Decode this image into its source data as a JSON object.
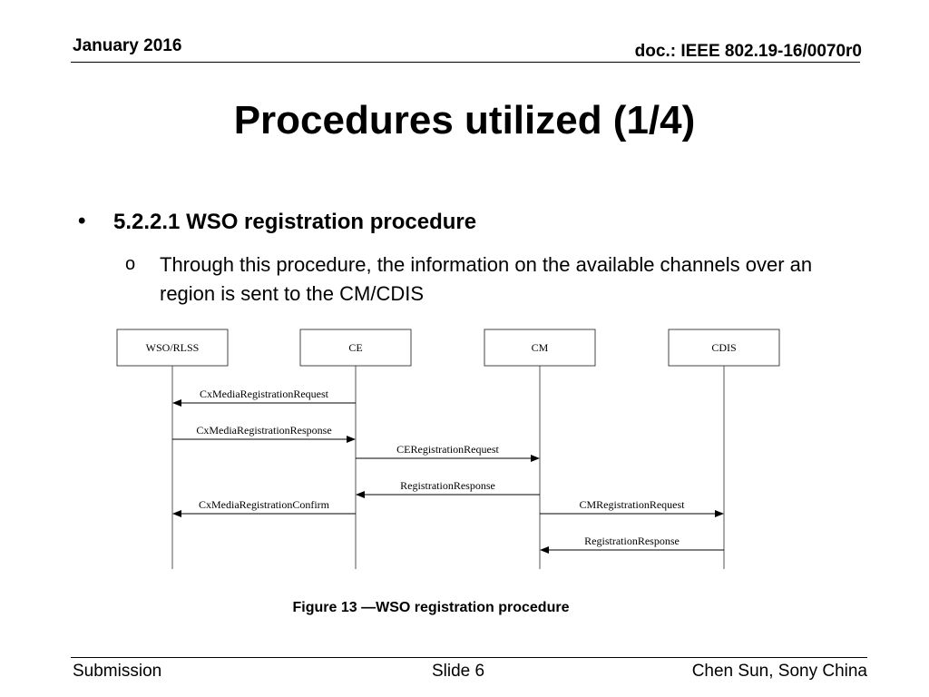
{
  "header": {
    "date": "January 2016",
    "doc": "doc.: IEEE 802.19-16/0070r0"
  },
  "slide": {
    "title": "Procedures utilized (1/4)",
    "bullet": {
      "marker": "•",
      "text": "5.2.2.1 WSO registration procedure"
    },
    "sub_bullet": {
      "marker": "o",
      "text": "Through this procedure, the information on the available channels over an region is sent to the CM/CDIS"
    }
  },
  "diagram": {
    "entities": [
      "WSO/RLSS",
      "CE",
      "CM",
      "CDIS"
    ],
    "messages": [
      {
        "label": "CxMediaRegistrationRequest",
        "from": "CE",
        "to": "WSO/RLSS"
      },
      {
        "label": "CxMediaRegistrationResponse",
        "from": "WSO/RLSS",
        "to": "CE"
      },
      {
        "label": "CERegistrationRequest",
        "from": "CE",
        "to": "CM"
      },
      {
        "label": "RegistrationResponse",
        "from": "CM",
        "to": "CE"
      },
      {
        "label": "CxMediaRegistrationConfirm",
        "from": "CE",
        "to": "WSO/RLSS"
      },
      {
        "label": "CMRegistrationRequest",
        "from": "CM",
        "to": "CDIS"
      },
      {
        "label": "RegistrationResponse",
        "from": "CDIS",
        "to": "CM"
      }
    ],
    "caption": "Figure 13 —WSO registration procedure"
  },
  "footer": {
    "left": "Submission",
    "center": "Slide 6",
    "right": "Chen Sun, Sony China"
  }
}
